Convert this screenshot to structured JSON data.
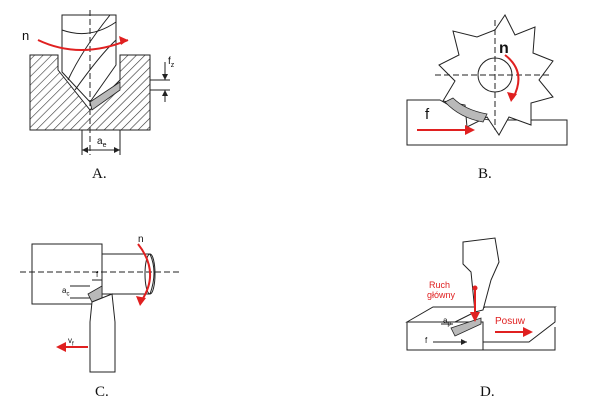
{
  "panels": {
    "A": {
      "caption": "A.",
      "n_label": "n",
      "f_label": "f",
      "f_sub": "z",
      "a_label": "a",
      "a_sub": "e"
    },
    "B": {
      "caption": "B.",
      "n_label": "n",
      "f_label": "f"
    },
    "C": {
      "caption": "C.",
      "n_label": "n",
      "f_label": "f",
      "a_label": "a",
      "a_sub": "c",
      "v_label": "v",
      "v_sub": "f"
    },
    "D": {
      "caption": "D.",
      "ruch_label_1": "Ruch",
      "ruch_label_2": "główny",
      "posuw_label": "Posuw",
      "f_label": "f",
      "a_label": "a",
      "a_sub": "p"
    }
  },
  "colors": {
    "accent": "#e02020",
    "line": "#222222",
    "chip": "#b9b9b9"
  }
}
